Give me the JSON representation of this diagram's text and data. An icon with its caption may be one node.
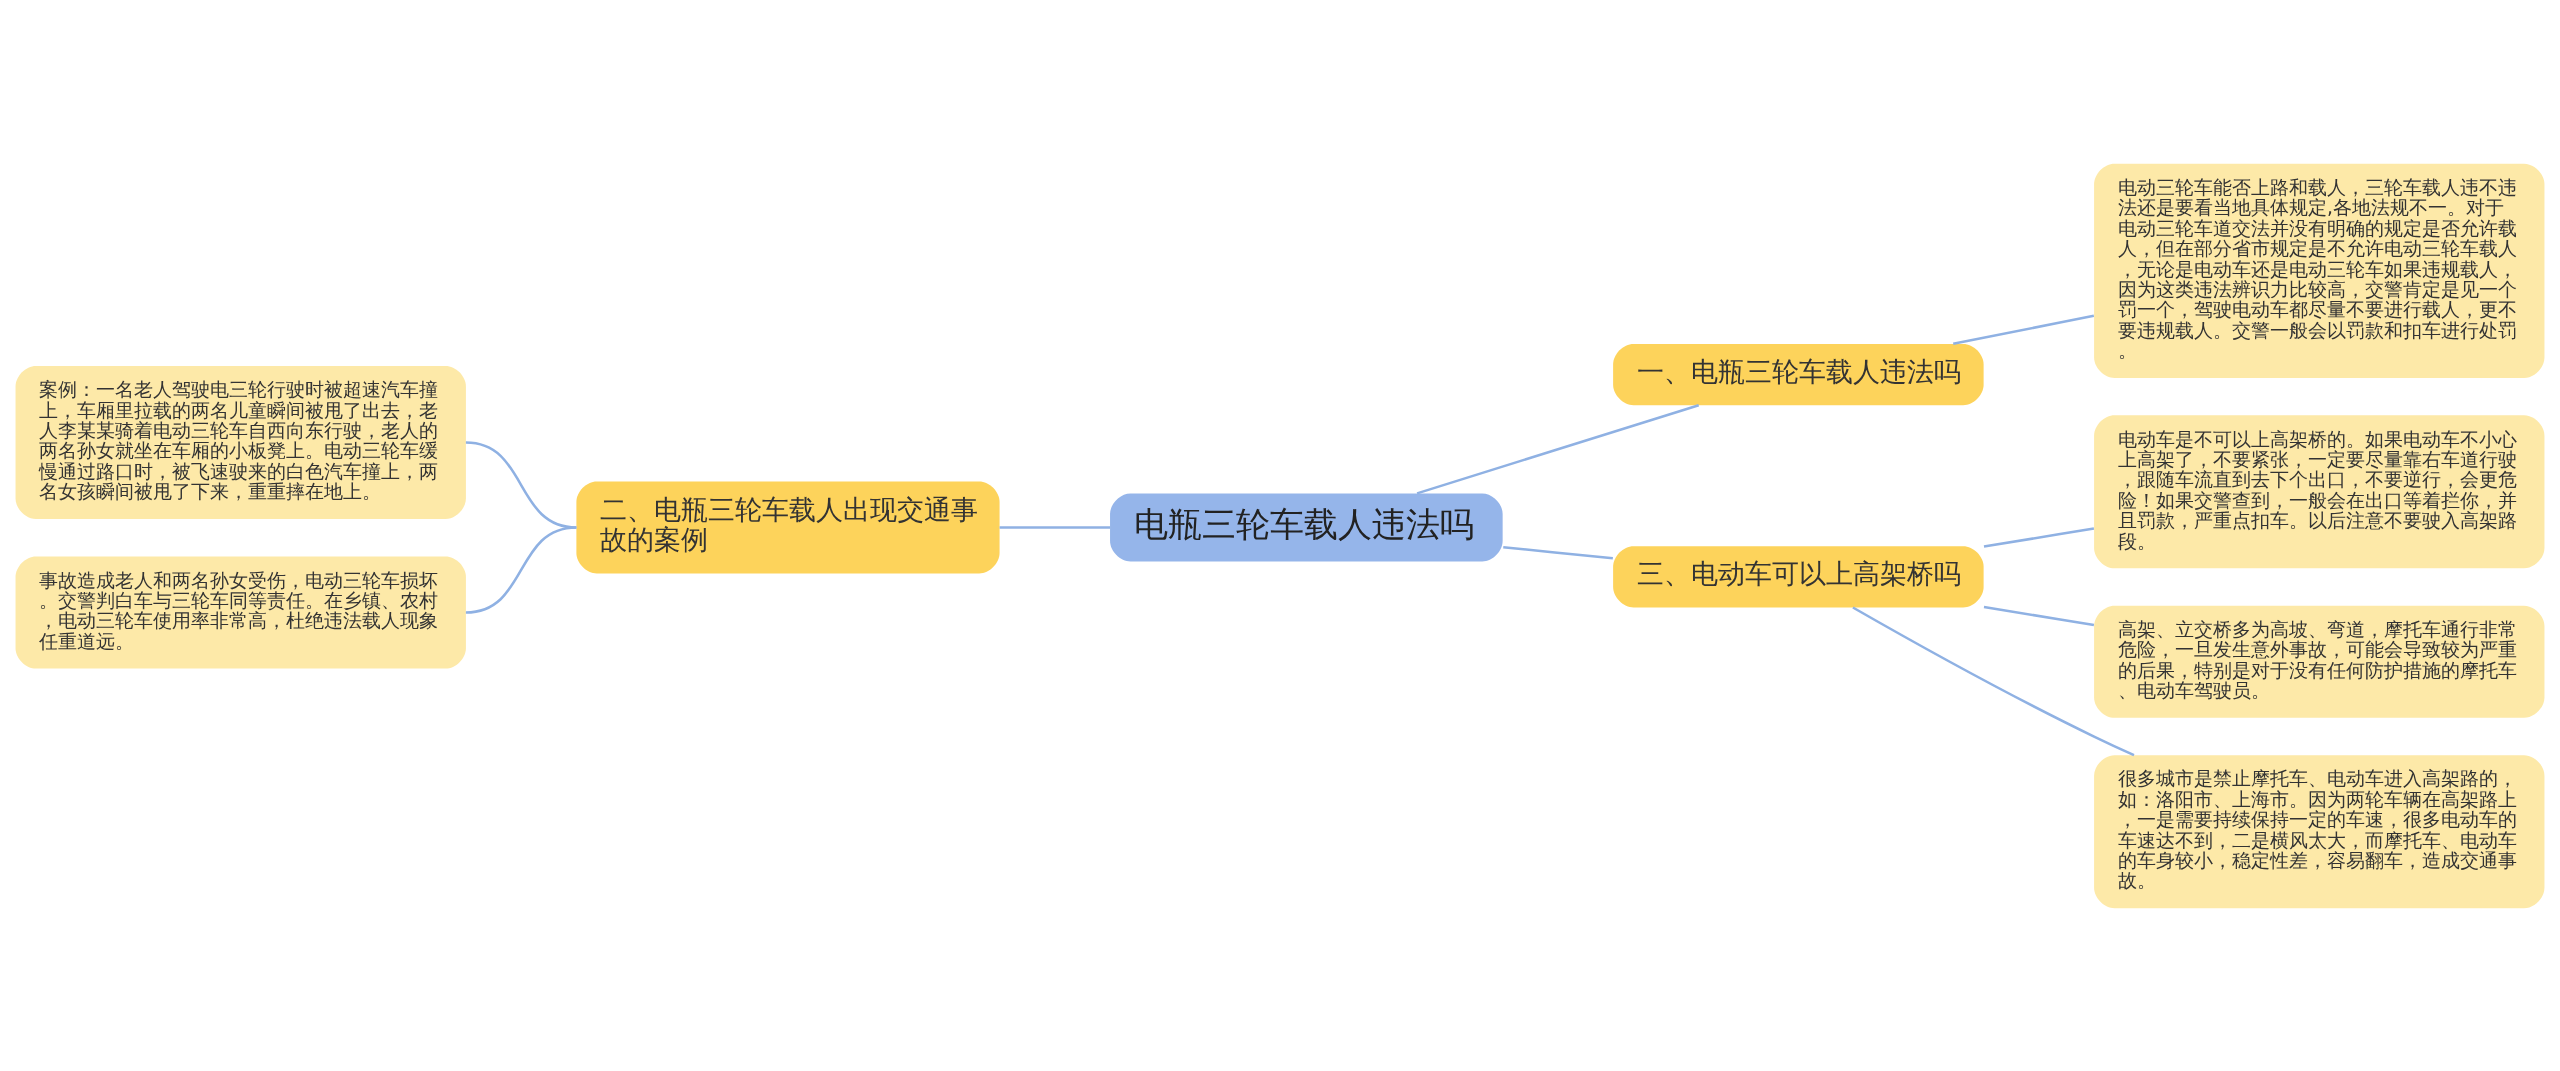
{
  "diagram": {
    "nodes": [
      {
        "text": [
          "电瓶三轮车载人违法吗"
        ]
      },
      {
        "text": [
          "一、电瓶三轮车载人违法吗"
        ]
      },
      {
        "text": [
          "电动三轮车能否上路和载人，三轮车载人违不违法还是要看当地具体规定,各地法规不一。对于电动三轮车道交法并没有明确的规定是否允许载人，但在部分省市规定是不允许电动三轮车载人，无论是电动车还是电动三轮车如果违规载人，因为这类违法辨识力比较高，交警肯定是见一个罚一个，驾驶电动车都尽量不要进行载人，更不要违规载人。交警一般会以罚款和扣车进行处罚。"
        ]
      },
      {
        "text": [
          "二、电瓶三轮车载人出现交通事故的案例"
        ]
      },
      {
        "text": [
          "案例：一名老人驾驶电三轮行驶时被超速汽车撞上，车厢里拉载的两名儿童瞬间被甩了出去，老人李某某骑着电动三轮车自西向东行驶，老人的两名孙女就坐在车厢的小板凳上。电动三轮车缓慢通过路口时，被飞速驶来的白色汽车撞上，两名女孩瞬间被甩了下来，重重摔在地上。"
        ]
      },
      {
        "text": [
          "事故造成老人和两名孙女受伤，电动三轮车损坏。交警判白车与三轮车同等责任。在乡镇、农村，电动三轮车使用率非常高，杜绝违法载人现象任重道远。"
        ]
      },
      {
        "text": [
          "三、电动车可以上高架桥吗"
        ]
      },
      {
        "text": [
          "电动车是不可以上高架桥的。如果电动车不小心上高架了，不要紧张，一定要尽量靠右车道行驶，跟随车流直到去下个出口，不要逆行，会更危险！如果交警查到，一般会在出口等着拦你，并且罚款，严重点扣车。以后注意不要驶入高架路段。"
        ]
      },
      {
        "text": [
          "高架、立交桥多为高坡、弯道，摩托车通行非常危险，一旦发生意外事故，可能会导致较为严重的后果，特别是对于没有任何防护措施的摩托车、电动车驾驶员。"
        ]
      },
      {
        "text": [
          "很多城市是禁止摩托车、电动车进入高架路的，如：洛阳市、上海市。因为两轮车辆在高架路上，一是需要持续保持一定的车速，很多电动车的车速达不到，二是横风太大，而摩托车、电动车的车身较小，稳定性差，容易翻车，造成交通事故。"
        ]
      }
    ],
    "edges": [
      {
        "from": 0,
        "to": 1,
        "arrow": "none"
      },
      {
        "from": 1,
        "to": 2,
        "arrow": "none"
      },
      {
        "from": 0,
        "to": 3,
        "arrow": "none"
      },
      {
        "from": 3,
        "to": 4,
        "arrow": "none"
      },
      {
        "from": 3,
        "to": 5,
        "arrow": "none"
      },
      {
        "from": 0,
        "to": 6,
        "arrow": "none"
      },
      {
        "from": 6,
        "to": 7,
        "arrow": "none"
      },
      {
        "from": 6,
        "to": 8,
        "arrow": "none"
      },
      {
        "from": 6,
        "to": 9,
        "arrow": "none"
      }
    ]
  }
}
